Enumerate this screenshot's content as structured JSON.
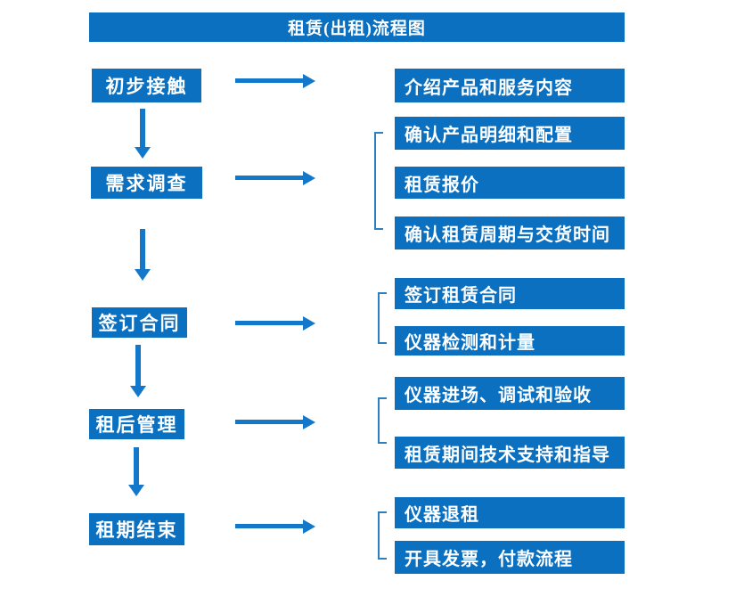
{
  "title": "租赁(出租)流程图",
  "colors": {
    "box": "#0b70c0",
    "arrow": "#1478ca",
    "bracket": "#2e7fc0",
    "text": "#ffffff"
  },
  "flow": [
    {
      "stage": "初步接触",
      "details": [
        "介绍产品和服务内容"
      ]
    },
    {
      "stage": "需求调查",
      "details": [
        "确认产品明细和配置",
        "租赁报价",
        "确认租赁周期与交货时间"
      ]
    },
    {
      "stage": "签订合同",
      "details": [
        "签订租赁合同",
        "仪器检测和计量"
      ]
    },
    {
      "stage": "租后管理",
      "details": [
        "仪器进场、调试和验收",
        "租赁期间技术支持和指导"
      ]
    },
    {
      "stage": "租期结束",
      "details": [
        "仪器退租",
        "开具发票，付款流程"
      ]
    }
  ]
}
